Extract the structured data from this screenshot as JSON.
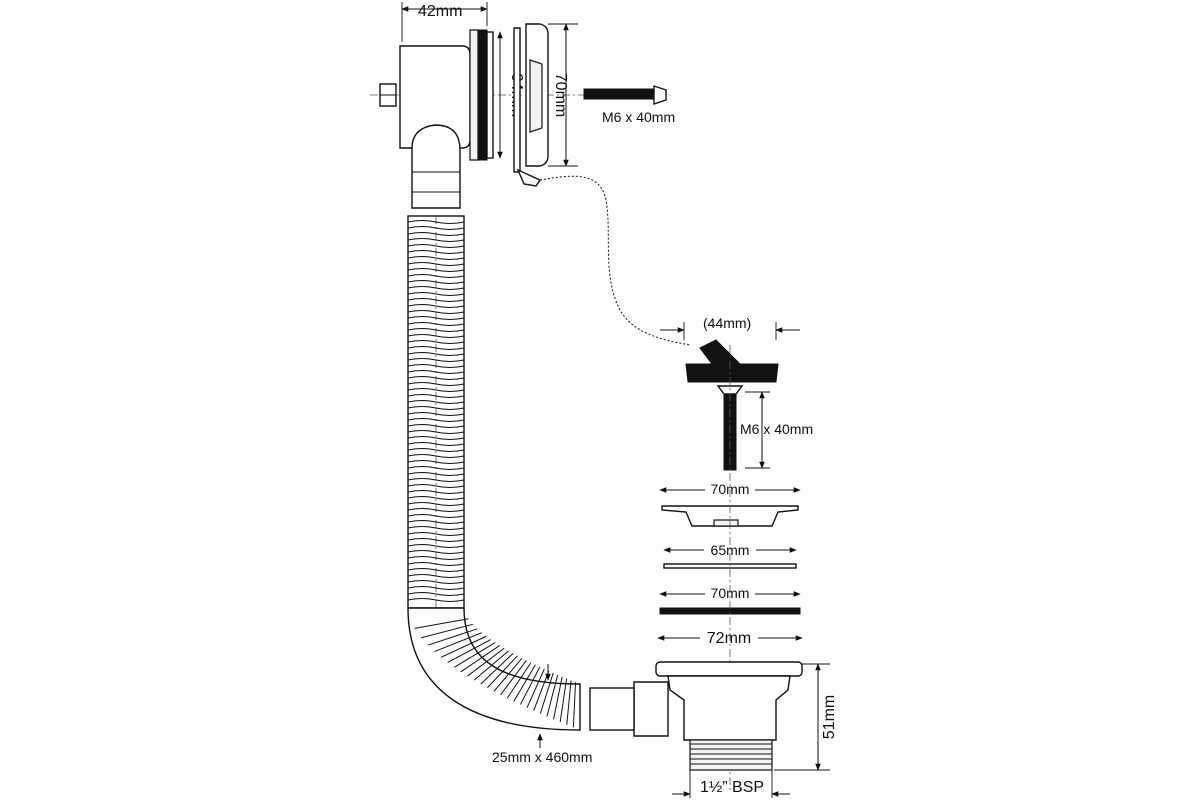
{
  "labels": {
    "overflow_depth": "42mm",
    "overflow_outlet_height": "64mm",
    "overflow_plate_height": "70mm",
    "overflow_screw": "M6 x 40mm",
    "plug_width": "(44mm)",
    "plug_screw": "M6 x 40mm",
    "grate_width": "70mm",
    "washer_width": "65mm",
    "gasket_width": "70mm",
    "body_flange_width": "72mm",
    "body_height": "51mm",
    "thread": "1½” BSP",
    "hose_size": "25mm x 460mm"
  },
  "colors": {
    "ink": "#111111",
    "fill": "#ffffff",
    "shade": "#f3f3f3"
  }
}
